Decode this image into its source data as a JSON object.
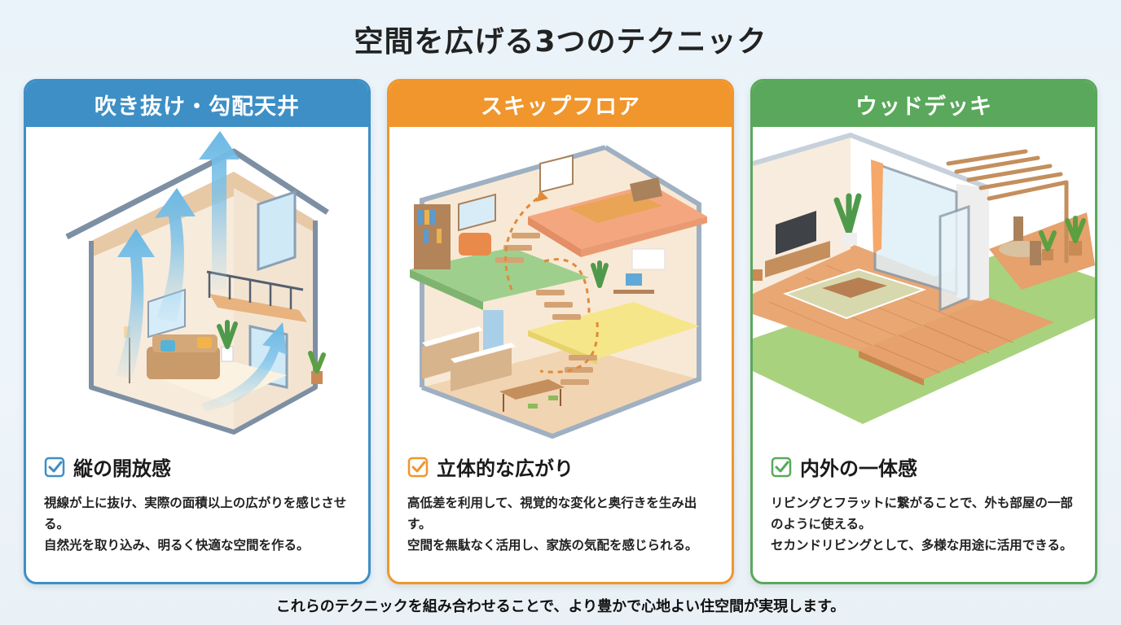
{
  "title": "空間を広げる3つのテクニック",
  "colors": {
    "blue": "#3d8fc6",
    "orange": "#f0962c",
    "green": "#5aa85c"
  },
  "cards": [
    {
      "header": "吹き抜け・勾配天井",
      "illustration": "vaulted-ceiling-house-icon",
      "feature_title": "縦の開放感",
      "description": [
        "視線が上に抜け、実際の面積以上の広がりを感じさせる。",
        "自然光を取り込み、明るく快適な空間を作る。"
      ]
    },
    {
      "header": "スキップフロア",
      "illustration": "skip-floor-house-icon",
      "feature_title": "立体的な広がり",
      "description": [
        "高低差を利用して、視覚的な変化と奥行きを生み出す。",
        "空間を無駄なく活用し、家族の気配を感じられる。"
      ]
    },
    {
      "header": "ウッドデッキ",
      "illustration": "wood-deck-house-icon",
      "feature_title": "内外の一体感",
      "description": [
        "リビングとフラットに繋がることで、外も部屋の一部のように使える。",
        "セカンドリビングとして、多様な用途に活用できる。"
      ]
    }
  ],
  "footer": "これらのテクニックを組み合わせることで、より豊かで心地よい住空間が実現します。"
}
